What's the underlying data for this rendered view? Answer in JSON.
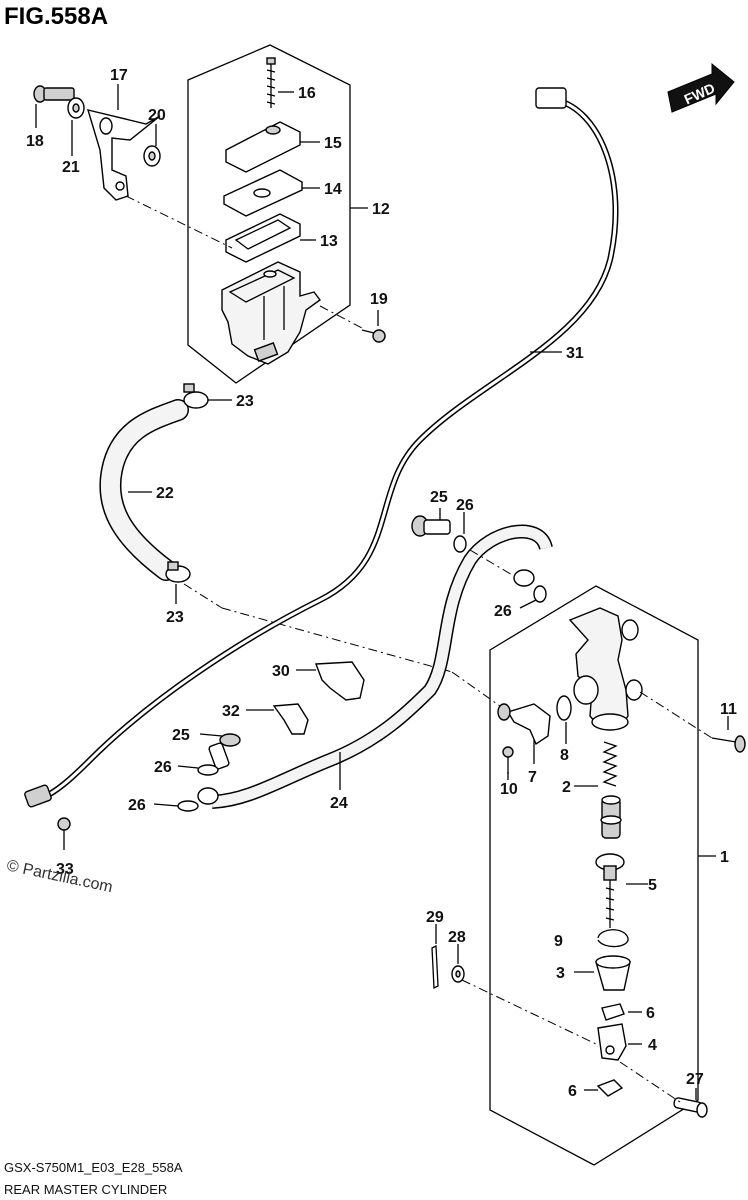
{
  "figure": {
    "title": "FIG.558A",
    "model_code": "GSX-S750M1_E03_E28_558A",
    "caption": "REAR MASTER CYLINDER",
    "watermark": "© Partzilla.com",
    "direction_label": "FWD"
  },
  "callouts": [
    "1",
    "2",
    "3",
    "4",
    "5",
    "6",
    "6",
    "7",
    "8",
    "9",
    "10",
    "11",
    "12",
    "13",
    "14",
    "15",
    "16",
    "17",
    "18",
    "19",
    "20",
    "21",
    "22",
    "23",
    "23",
    "24",
    "25",
    "25",
    "26",
    "26",
    "26",
    "26",
    "27",
    "28",
    "29",
    "30",
    "31",
    "32",
    "33"
  ]
}
